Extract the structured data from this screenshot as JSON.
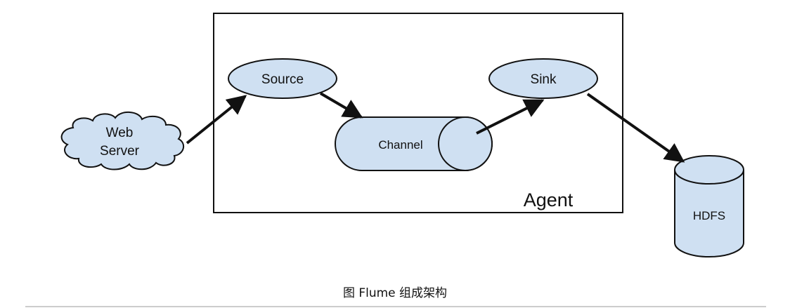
{
  "diagram": {
    "agent_label": "Agent",
    "source_label": "Source",
    "sink_label": "Sink",
    "channel_label": "Channel",
    "web_server_line1": "Web",
    "web_server_line2": "Server",
    "hdfs_label": "HDFS",
    "caption": "图  Flume 组成架构"
  },
  "colors": {
    "node_fill": "#cfe0f2",
    "stroke": "#111111",
    "rule": "#999999"
  }
}
